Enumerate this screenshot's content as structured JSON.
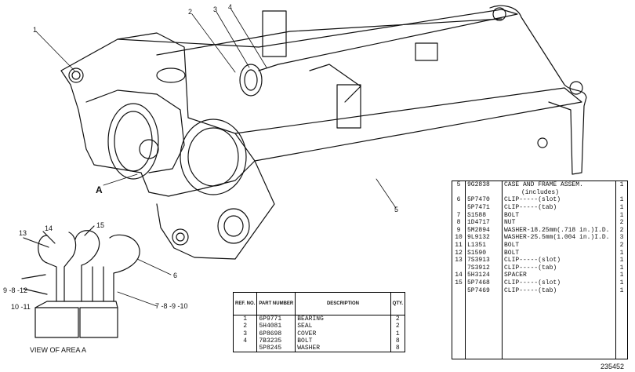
{
  "callouts": {
    "c1": "1",
    "c2": "2",
    "c3": "3",
    "c4": "4",
    "c5": "5",
    "c6": "6",
    "c13": "13",
    "c14": "14",
    "c15": "15",
    "c9812": "9 -8 -12",
    "c1011": "10 -11",
    "c78910": "7 -8 -9 -10",
    "area_letter": "A"
  },
  "view_title": "VIEW OF AREA  A",
  "doc_number": "235452",
  "left_table": {
    "headers": [
      "REF. NO.",
      "PART NUMBER",
      "DESCRIPTION",
      "QTY."
    ],
    "rows": [
      {
        "ref": "1",
        "part": "6P9771",
        "desc": "BEARING",
        "qty": "2"
      },
      {
        "ref": "2",
        "part": "5H4081",
        "desc": "SEAL",
        "qty": "2"
      },
      {
        "ref": "3",
        "part": "6P8698",
        "desc": "COVER",
        "qty": "1"
      },
      {
        "ref": "4",
        "part": "7B3235",
        "desc": "BOLT",
        "qty": "8"
      },
      {
        "ref": "",
        "part": "5P8245",
        "desc": "WASHER",
        "qty": "8"
      }
    ]
  },
  "right_table": {
    "rows": [
      {
        "ref": "5",
        "part": "9G2838",
        "desc": "CASE AND FRAME ASSEM.",
        "qty": "1"
      },
      {
        "ref": "",
        "part": "",
        "desc": "(includes)",
        "qty": ""
      },
      {
        "ref": "6",
        "part": "5P7470",
        "desc": "CLIP-----(slot)",
        "qty": "1"
      },
      {
        "ref": "",
        "part": "5P7471",
        "desc": "CLIP-----(tab)",
        "qty": "1"
      },
      {
        "ref": "7",
        "part": "S1588",
        "desc": "BOLT",
        "qty": "1"
      },
      {
        "ref": "8",
        "part": "1D4717",
        "desc": "NUT",
        "qty": "2"
      },
      {
        "ref": "9",
        "part": "5M2894",
        "desc": "WASHER-18.25mm(.718 in.)I.D.",
        "qty": "2"
      },
      {
        "ref": "10",
        "part": "9L9132",
        "desc": "WASHER-25.5mm(1.004 in.)I.D.",
        "qty": "3"
      },
      {
        "ref": "11",
        "part": "L1351",
        "desc": "BOLT",
        "qty": "2"
      },
      {
        "ref": "12",
        "part": "S1590",
        "desc": "BOLT",
        "qty": "1"
      },
      {
        "ref": "13",
        "part": "7S3913",
        "desc": "CLIP-----(slot)",
        "qty": "1"
      },
      {
        "ref": "",
        "part": "7S3912",
        "desc": "CLIP-----(tab)",
        "qty": "1"
      },
      {
        "ref": "14",
        "part": "5H3124",
        "desc": "SPACER",
        "qty": "1"
      },
      {
        "ref": "15",
        "part": "5P7468",
        "desc": "CLIP-----(slot)",
        "qty": "1"
      },
      {
        "ref": "",
        "part": "5P7469",
        "desc": "CLIP-----(tab)",
        "qty": "1"
      }
    ]
  }
}
